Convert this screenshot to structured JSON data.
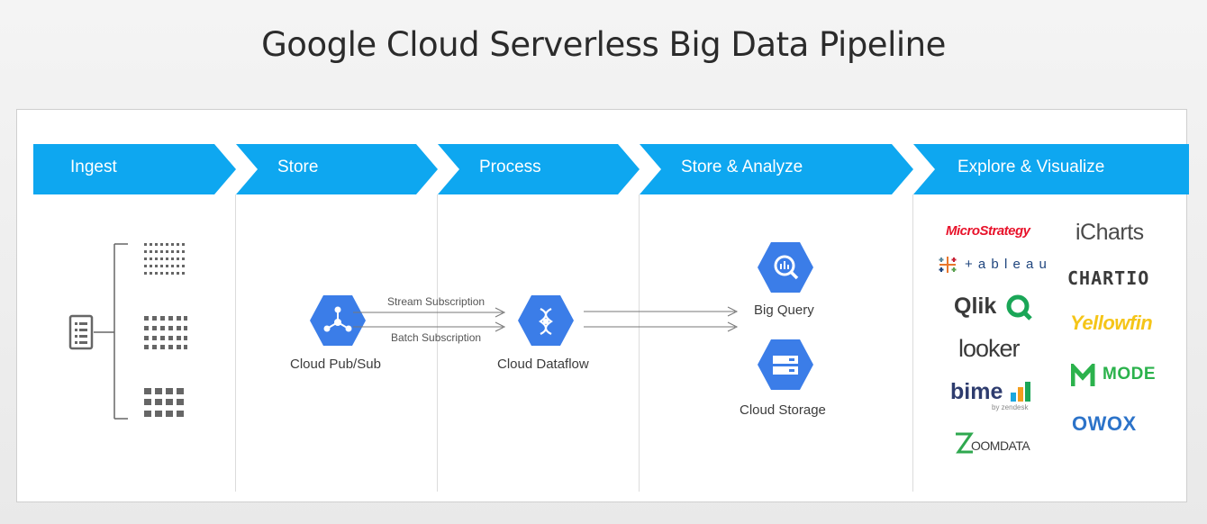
{
  "title": "Google Cloud Serverless Big Data Pipeline",
  "colors": {
    "accent": "#0ea7f0",
    "hexagon": "#3b7de8",
    "text": "#3c3c3c"
  },
  "stages": [
    {
      "label": "Ingest"
    },
    {
      "label": "Store"
    },
    {
      "label": "Process"
    },
    {
      "label": "Store & Analyze"
    },
    {
      "label": "Explore & Visualize"
    }
  ],
  "services": {
    "pubsub": {
      "label": "Cloud Pub/Sub",
      "icon": "pubsub-icon"
    },
    "dataflow": {
      "label": "Cloud Dataflow",
      "icon": "dataflow-icon"
    },
    "bigquery": {
      "label": "Big Query",
      "icon": "bigquery-icon"
    },
    "storage": {
      "label": "Cloud Storage",
      "icon": "storage-icon"
    }
  },
  "connections": {
    "stream": "Stream Subscription",
    "batch": "Batch Subscription"
  },
  "logos": {
    "microstrategy": "MicroStrategy",
    "tableau": "+ a b l e a u",
    "qlik": "Qlik",
    "looker": "looker",
    "bime": "bime",
    "bime_sub": "by zendesk",
    "zoomdata": "OOMDATA",
    "icharts": "iCharts",
    "chartio": "CHARTIO",
    "yellowfin": "Yellowfin",
    "mode": "MODE",
    "owox": "OWOX"
  }
}
